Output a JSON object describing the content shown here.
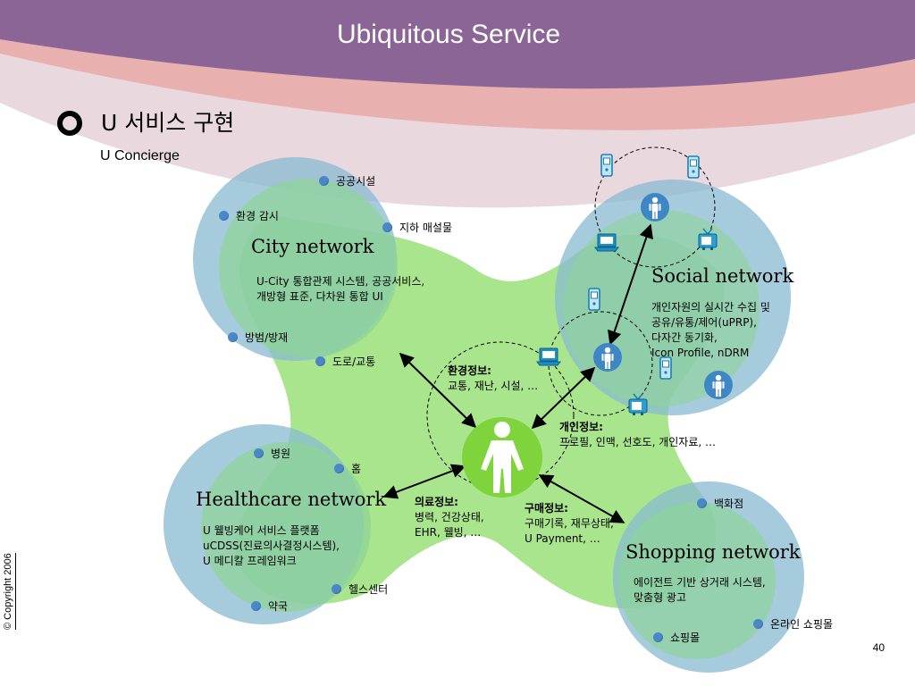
{
  "slide": {
    "title": "Ubiquitous Service",
    "heading": "U 서비스 구현",
    "subheading": "U Concierge",
    "page_number": "40",
    "copyright": "© Copyright 2006"
  },
  "networks": {
    "city": {
      "title": "City network",
      "description": "U-City 통합관제 시스템, 공공서비스,\n개방형 표준, 다차원 통합 UI",
      "items": [
        "공공시설",
        "환경 감시",
        "지하 매설물",
        "방범/방재",
        "도로/교통"
      ]
    },
    "social": {
      "title": "Social network",
      "description": "개인자원의 실시간 수집 및\n공유/유통/제어(uPRP),\n다자간 동기화,\nIcon Profile, nDRM"
    },
    "healthcare": {
      "title": "Healthcare network",
      "description": "U 웰빙케어 서비스 플랫폼\nuCDSS(진료의사결정시스템),\nU 메디칼 프레임워크",
      "items": [
        "병원",
        "홈",
        "헬스센터",
        "약국"
      ]
    },
    "shopping": {
      "title": "Shopping network",
      "description": "에이전트 기반 상거래 시스템,\n맞춤형 광고",
      "items": [
        "백화점",
        "온라인 쇼핑몰",
        "쇼핑몰"
      ]
    }
  },
  "info_labels": {
    "environment": {
      "title": "환경정보:",
      "text": "교통, 재난, 시설, …"
    },
    "personal": {
      "title": "개인정보:",
      "text": "프로필, 인맥, 선호도, 개인자료, …"
    },
    "medical": {
      "title": "의료정보:",
      "text": "병력, 건강상태,\nEHR, 웰빙, …"
    },
    "purchase": {
      "title": "구매정보:",
      "text": "구매기록, 재무상태,\nU Payment, …"
    }
  },
  "colors": {
    "title_bar": "#8b6596",
    "pink_band": "#e9a9a8",
    "lavender": "#ead8df",
    "green_blob": "#a9e58c",
    "circle_fill": "#88b9d2",
    "inner_green": "#8fd39a",
    "dot": "#4a86c8",
    "central_person": "#7ed43a",
    "person_node": "#3f86c4"
  },
  "icons": [
    "person-icon",
    "phone-icon",
    "laptop-icon",
    "tv-icon"
  ]
}
